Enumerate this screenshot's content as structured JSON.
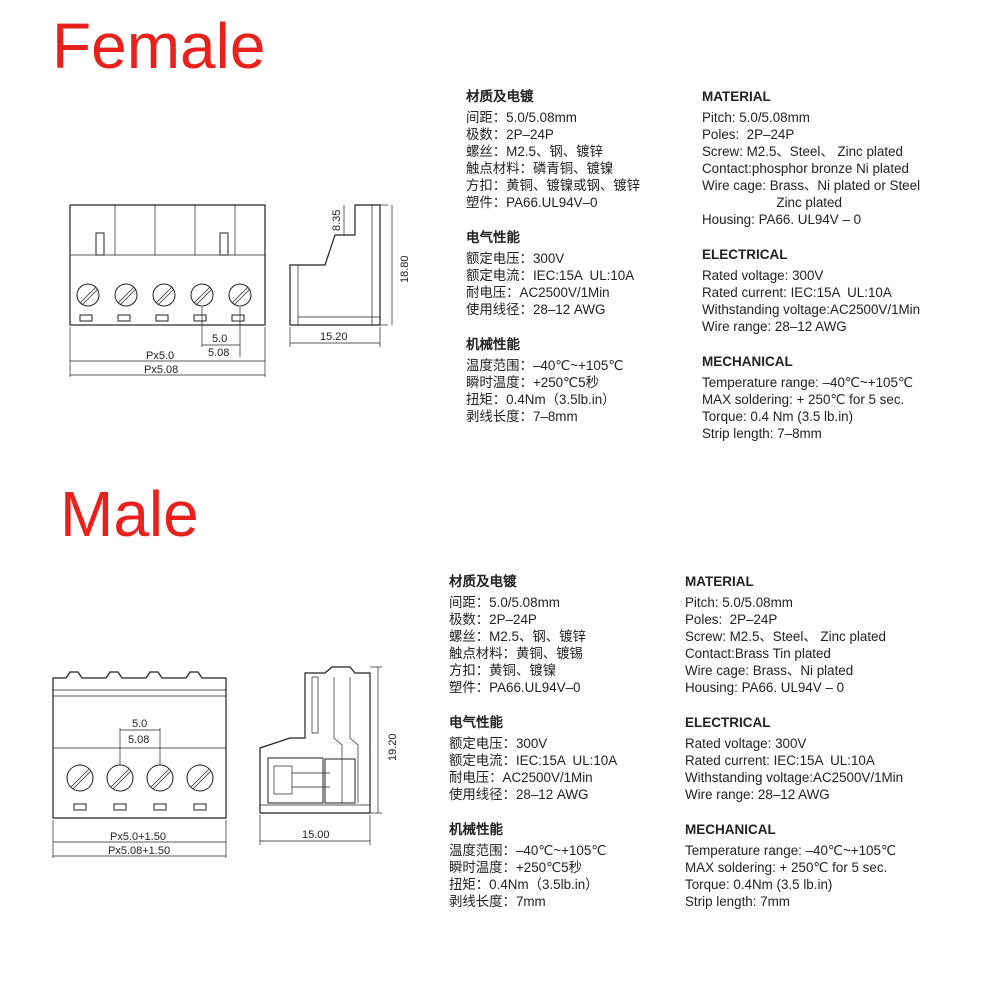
{
  "female": {
    "title": "Female",
    "drawing": {
      "pitch_a": "5.0",
      "pitch_b": "5.08",
      "span_a": "Px5.0",
      "span_b": "Px5.08",
      "side_top": "8.35",
      "side_height": "18.80",
      "side_width": "15.20"
    },
    "cn": {
      "sections": [
        {
          "heading": "材质及电镀",
          "lines": [
            "间距：5.0/5.08mm",
            "极数：2P–24P",
            "螺丝：M2.5、钢、镀锌",
            "触点材料：磷青铜、镀镍",
            "方扣：黄铜、镀镍或钢、镀锌",
            "塑件：PA66.UL94V–0"
          ]
        },
        {
          "heading": "电气性能",
          "lines": [
            "额定电压：300V",
            "额定电流：IEC:15A  UL:10A",
            "耐电压：AC2500V/1Min",
            "使用线径：28–12 AWG"
          ]
        },
        {
          "heading": "机械性能",
          "lines": [
            "温度范围：–40℃~+105℃",
            "瞬时温度：+250℃5秒",
            "扭矩：0.4Nm（3.5lb.in）",
            "剥线长度：7–8mm"
          ]
        }
      ]
    },
    "en": {
      "sections": [
        {
          "heading": "MATERIAL",
          "lines": [
            "Pitch: 5.0/5.08mm",
            "Poles:  2P–24P",
            "Screw: M2.5、Steel、 Zinc plated",
            "Contact:phosphor bronze Ni plated",
            "Wire cage: Brass、Ni plated or Steel",
            "                    Zinc plated",
            "Housing: PA66. UL94V – 0"
          ]
        },
        {
          "heading": "ELECTRICAL",
          "lines": [
            "Rated voltage: 300V",
            "Rated current: IEC:15A  UL:10A",
            "Withstanding voltage:AC2500V/1Min",
            "Wire range: 28–12 AWG"
          ]
        },
        {
          "heading": "MECHANICAL",
          "lines": [
            "Temperature range: –40℃~+105℃",
            "MAX soldering: + 250℃ for 5 sec.",
            "Torque: 0.4 Nm (3.5 lb.in)",
            "Strip length: 7–8mm"
          ]
        }
      ]
    }
  },
  "male": {
    "title": "Male",
    "drawing": {
      "pitch_a": "5.0",
      "pitch_b": "5.08",
      "span_a": "Px5.0+1.50",
      "span_b": "Px5.08+1.50",
      "side_height": "19.20",
      "side_width": "15.00"
    },
    "cn": {
      "sections": [
        {
          "heading": "材质及电镀",
          "lines": [
            "间距：5.0/5.08mm",
            "极数：2P–24P",
            "螺丝：M2.5、钢、镀锌",
            "触点材料：黄铜、镀锡",
            "方扣：黄铜、镀镍",
            "塑件：PA66.UL94V–0"
          ]
        },
        {
          "heading": "电气性能",
          "lines": [
            "额定电压：300V",
            "额定电流：IEC:15A  UL:10A",
            "耐电压：AC2500V/1Min",
            "使用线径：28–12 AWG"
          ]
        },
        {
          "heading": "机械性能",
          "lines": [
            "温度范围：–40℃~+105℃",
            "瞬时温度：+250℃5秒",
            "扭矩：0.4Nm（3.5lb.in）",
            "剥线长度：7mm"
          ]
        }
      ]
    },
    "en": {
      "sections": [
        {
          "heading": "MATERIAL",
          "lines": [
            "Pitch: 5.0/5.08mm",
            "Poles:  2P–24P",
            "Screw: M2.5、Steel、 Zinc plated",
            "Contact:Brass Tin plated",
            "Wire cage: Brass、Ni plated",
            "Housing: PA66. UL94V – 0"
          ]
        },
        {
          "heading": "ELECTRICAL",
          "lines": [
            "Rated voltage: 300V",
            "Rated current: IEC:15A  UL:10A",
            "Withstanding voltage:AC2500V/1Min",
            "Wire range: 28–12 AWG"
          ]
        },
        {
          "heading": "MECHANICAL",
          "lines": [
            "Temperature range: –40℃~+105℃",
            "MAX soldering: + 250℃ for 5 sec.",
            "Torque: 0.4Nm (3.5 lb.in)",
            "Strip length: 7mm"
          ]
        }
      ]
    }
  },
  "colors": {
    "title": "#e8211c",
    "text": "#222222",
    "background": "#ffffff"
  }
}
